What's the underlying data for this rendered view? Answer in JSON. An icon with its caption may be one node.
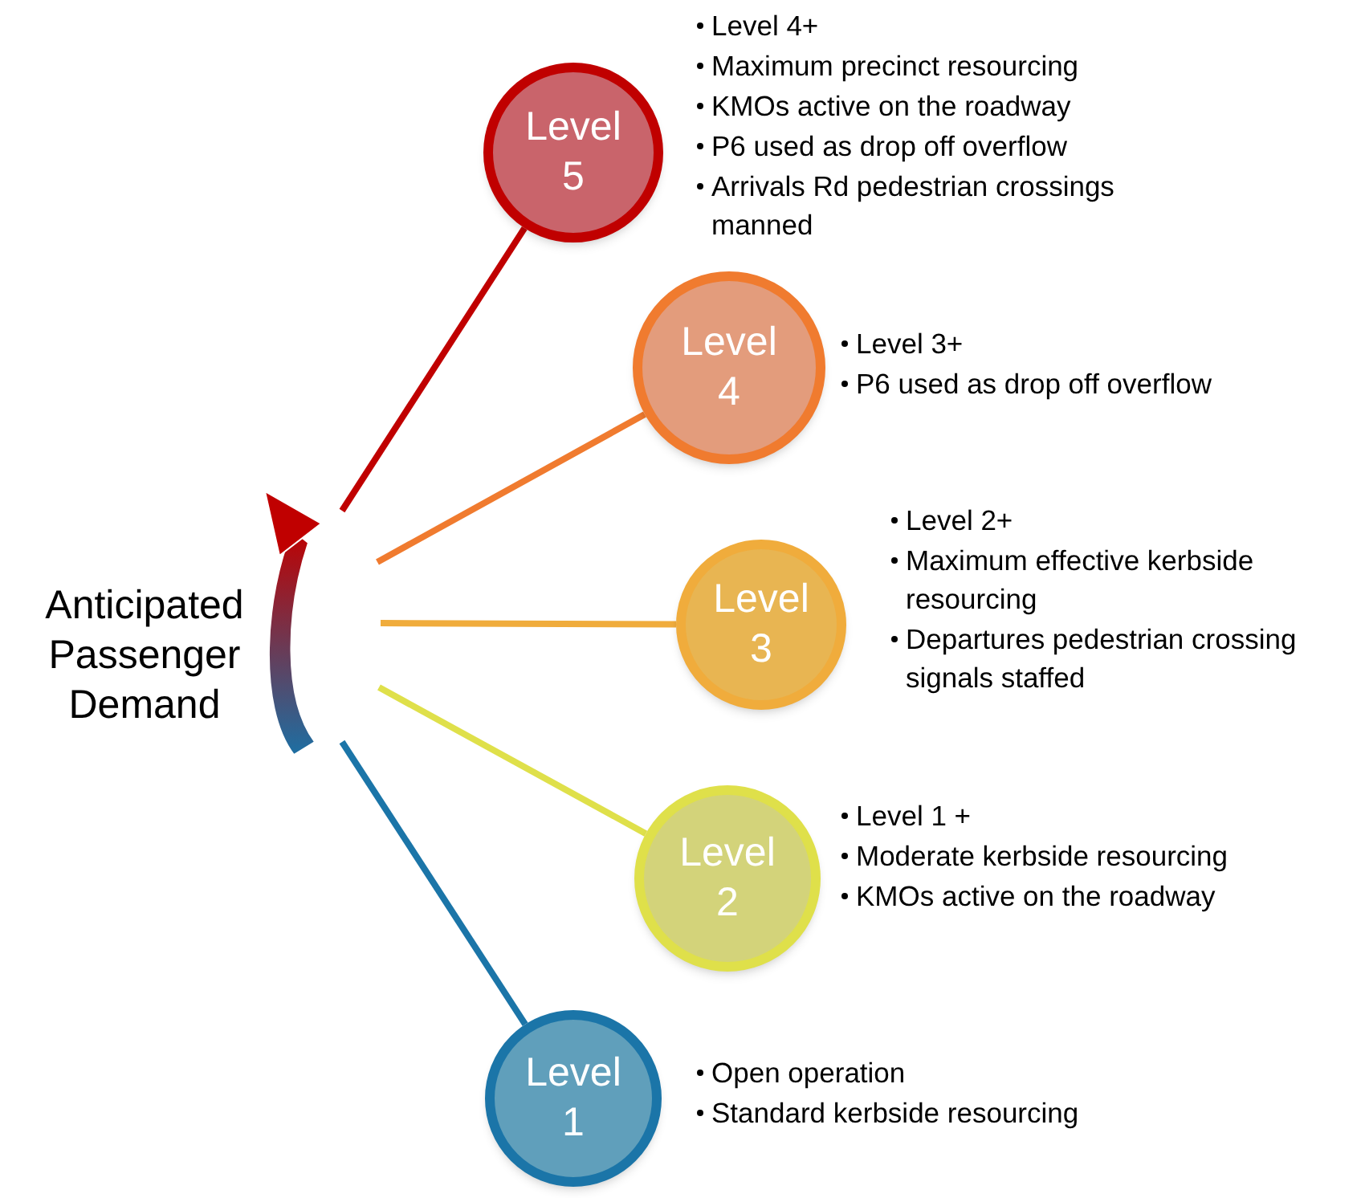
{
  "diagram": {
    "nodes": [
      {
        "text": [
          "Anticipated Passenger Demand"
        ]
      },
      {
        "text": [
          "Level 5"
        ],
        "beside": [
          "Level 4+",
          "Maximum precinct resourcing",
          "KMOs active on the roadway",
          "P6 used as drop off overflow",
          "Arrivals Rd pedestrian crossings manned"
        ]
      },
      {
        "text": [
          "Level 4"
        ],
        "beside": [
          "Level 3+",
          "P6 used as drop off overflow"
        ]
      },
      {
        "text": [
          "Level 3"
        ],
        "beside": [
          "Level 2+",
          "Maximum effective kerbside resourcing",
          "Departures pedestrian crossing signals staffed"
        ]
      },
      {
        "text": [
          "Level 2"
        ],
        "beside": [
          "Level 1 +",
          "Moderate kerbside resourcing",
          "KMOs active on the roadway"
        ]
      },
      {
        "text": [
          "Level 1"
        ],
        "beside": [
          "Open operation",
          "Standard kerbside resourcing"
        ]
      }
    ],
    "edges": [
      {
        "from": null,
        "to": 1,
        "arrow": "none",
        "color": "#c00000"
      },
      {
        "from": null,
        "to": 2,
        "arrow": "none",
        "color": "#f07b2f"
      },
      {
        "from": null,
        "to": 3,
        "arrow": "none",
        "color": "#f0ac3c"
      },
      {
        "from": null,
        "to": 4,
        "arrow": "none",
        "color": "#dfe04a"
      },
      {
        "from": null,
        "to": 5,
        "arrow": "none",
        "color": "#1b75a8"
      }
    ]
  }
}
